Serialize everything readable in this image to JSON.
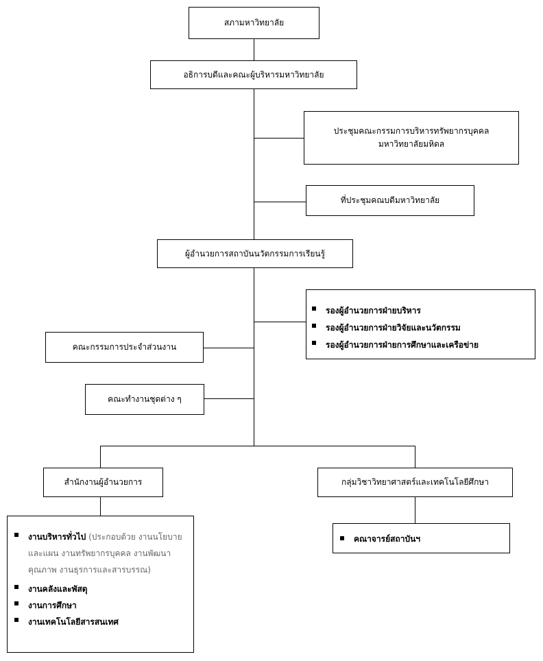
{
  "chart": {
    "council": "สภามหาวิทยาลัย",
    "president": "อธิการบดีและคณะผู้บริหารมหาวิทยาลัย",
    "hr_committee": {
      "line1": "ประชุมคณะกรรมการบริหารทรัพยากรบุคคล",
      "line2": "มหาวิทยาลัยมหิดล"
    },
    "deans_meeting": "ที่ประชุมคณบดีมหาวิทยาลัย",
    "director": "ผู้อำนวยการสถาบันนวัตกรรมการเรียนรู้",
    "deputies": [
      "รองผู้อำนวยการฝ่ายบริหาร",
      "รองผู้อำนวยการฝ่ายวิจัยและนวัตกรรม",
      "รองผู้อำนวยการฝ่ายการศึกษาและเครือข่าย"
    ],
    "unit_committee": "คณะกรรมการประจำส่วนงาน",
    "working_groups": "คณะทำงานชุดต่าง ๆ",
    "director_office": "สำนักงานผู้อำนวยการ",
    "science_group": "กลุ่มวิชาวิทยาศาสตร์และเทคโนโลยีศึกษา",
    "office_units": {
      "general_admin": {
        "title": "งานบริหารทั่วไป",
        "detail_l1": " (ประกอบด้วย งานนโยบาย",
        "detail_l2": "และแผน งานทรัพยากรบุคคล งานพัฒนา",
        "detail_l3": "คุณภาพ งานธุรการและสารบรรณ)"
      },
      "others": [
        "งานคลังและพัสดุ",
        "งานการศึกษา",
        "งานเทคโนโลยีสารสนเทศ"
      ]
    },
    "faculty": "คณาจารย์สถาบันฯ"
  }
}
